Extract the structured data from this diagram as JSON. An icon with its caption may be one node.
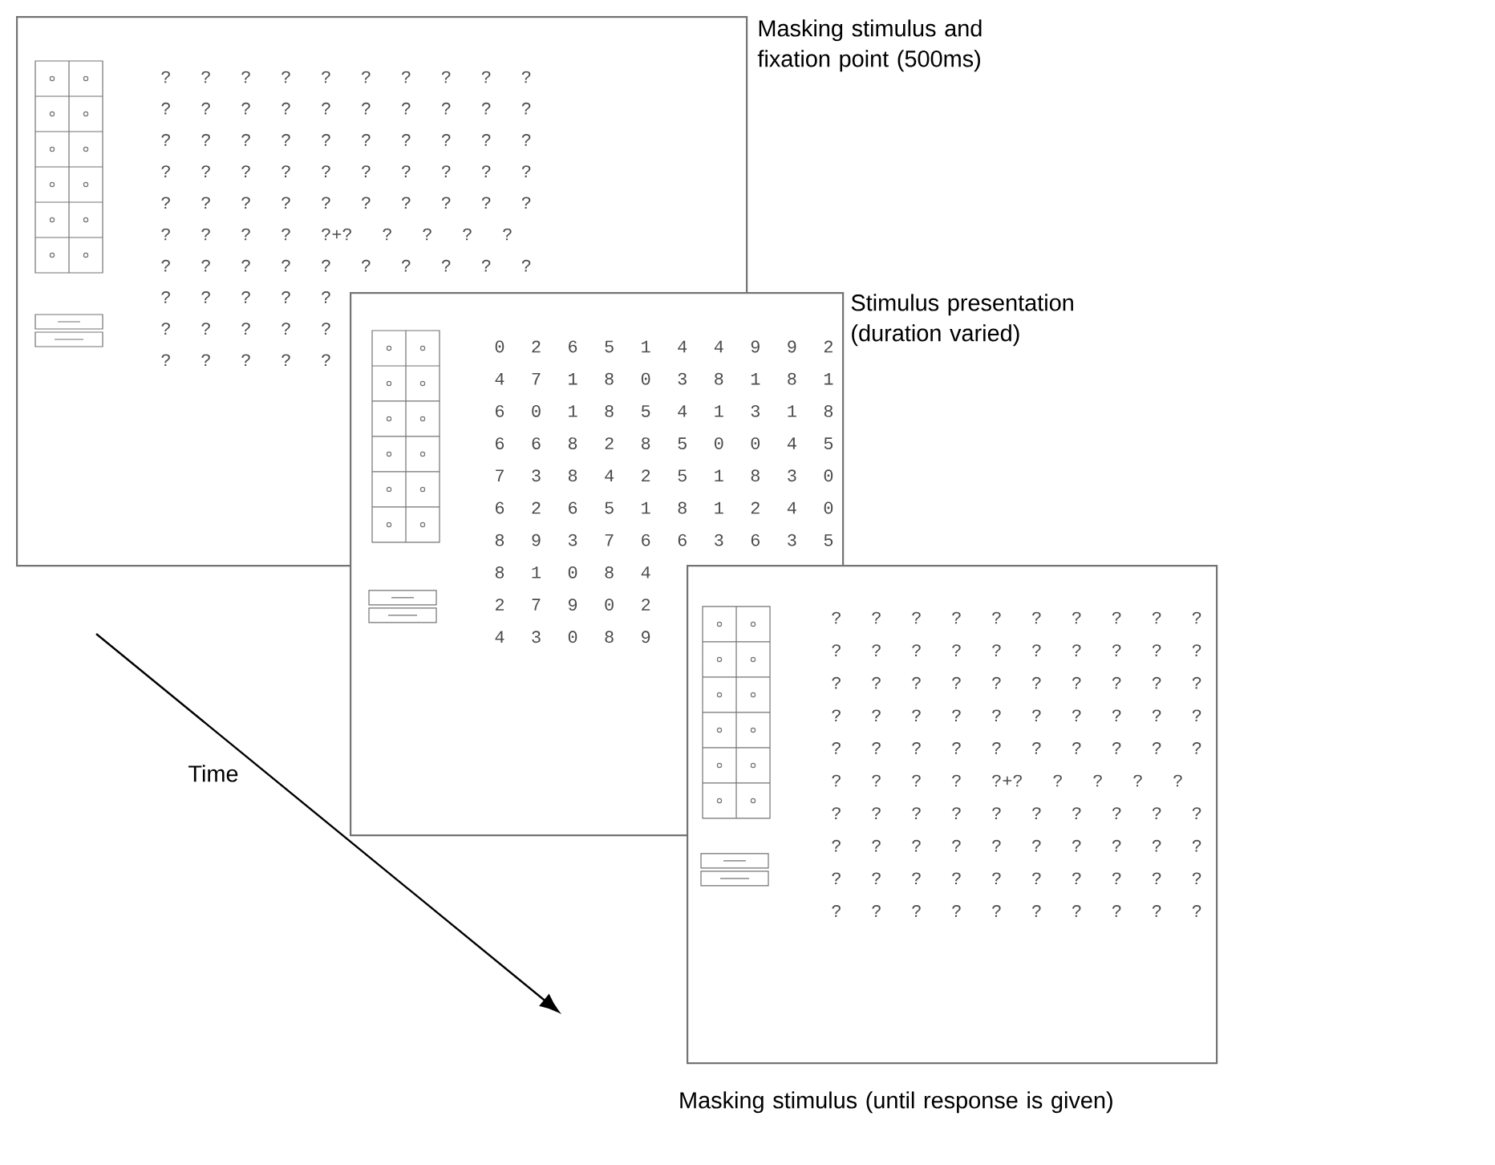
{
  "diagram": {
    "nodes": [
      {
        "text": [
          "? ? ? ? ? ? ? ? ? ?",
          "? ? ? ? ? ? ? ? ? ?",
          "? ? ? ? ? ? ? ? ? ?",
          "? ? ? ? ? ? ? ? ? ?",
          "? ? ? ? ? ? ? ? ? ?",
          "? ? ? ? ?+? ? ? ? ?",
          "? ? ? ? ? ? ? ? ? ?",
          "? ? ? ? ?",
          "? ? ? ? ?",
          "? ? ? ? ?"
        ],
        "beside": [
          "Masking stimulus and fixation point (500ms)"
        ]
      },
      {
        "text": [
          "0 2 6 5 1 4 4 9 9 2",
          "4 7 1 8 0 3 8 1 8 1",
          "6 0 1 8 5 4 1 3 1 8",
          "6 6 8 2 8 5 0 0 4 5",
          "7 3 8 4 2 5 1 8 3 0",
          "6 2 6 5 1 8 1 2 4 0",
          "8 9 3 7 6 6 3 6 3 5",
          "8 1 0 8 4",
          "2 7 9 0 2",
          "4 3 0 8 9"
        ],
        "beside": [
          "Stimulus presentation (duration varied)"
        ]
      },
      {
        "text": [
          "? ? ? ? ? ? ? ? ? ?",
          "? ? ? ? ? ? ? ? ? ?",
          "? ? ? ? ? ? ? ? ? ?",
          "? ? ? ? ? ? ? ? ? ?",
          "? ? ? ? ? ? ? ? ? ?",
          "? ? ? ? ?+? ? ? ? ?",
          "? ? ? ? ? ? ? ? ? ?",
          "? ? ? ? ? ? ? ? ? ?",
          "? ? ? ? ? ? ? ? ? ?",
          "? ? ? ? ? ? ? ? ? ?"
        ],
        "beside": [
          "Masking stimulus (until response is given)"
        ]
      }
    ],
    "labels": [
      "Time"
    ]
  }
}
